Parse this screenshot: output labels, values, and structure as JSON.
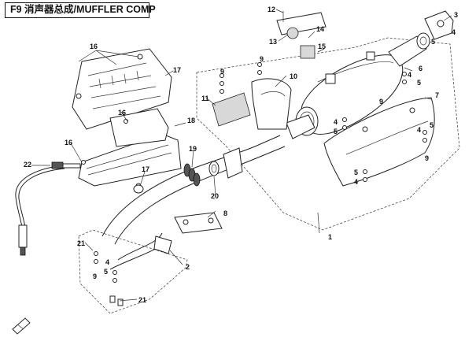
{
  "title": "F9 消声器总成/MUFFLER COMP",
  "callouts": [
    {
      "id": "c1",
      "text": "1"
    },
    {
      "id": "c2",
      "text": "2"
    },
    {
      "id": "c3",
      "text": "3"
    },
    {
      "id": "c4a",
      "text": "4"
    },
    {
      "id": "c4b",
      "text": "4"
    },
    {
      "id": "c4c",
      "text": "4"
    },
    {
      "id": "c4d",
      "text": "4"
    },
    {
      "id": "c4e",
      "text": "4"
    },
    {
      "id": "c4f",
      "text": "4"
    },
    {
      "id": "c5a",
      "text": "5"
    },
    {
      "id": "c5b",
      "text": "5"
    },
    {
      "id": "c5c",
      "text": "5"
    },
    {
      "id": "c5d",
      "text": "5"
    },
    {
      "id": "c5e",
      "text": "5"
    },
    {
      "id": "c5f",
      "text": "5"
    },
    {
      "id": "c6",
      "text": "6"
    },
    {
      "id": "c7",
      "text": "7"
    },
    {
      "id": "c8",
      "text": "8"
    },
    {
      "id": "c9a",
      "text": "9"
    },
    {
      "id": "c9b",
      "text": "9"
    },
    {
      "id": "c9c",
      "text": "9"
    },
    {
      "id": "c9d",
      "text": "9"
    },
    {
      "id": "c9e",
      "text": "9"
    },
    {
      "id": "c10",
      "text": "10"
    },
    {
      "id": "c11",
      "text": "11"
    },
    {
      "id": "c12",
      "text": "12"
    },
    {
      "id": "c13",
      "text": "13"
    },
    {
      "id": "c14",
      "text": "14"
    },
    {
      "id": "c15",
      "text": "15"
    },
    {
      "id": "c16a",
      "text": "16"
    },
    {
      "id": "c16b",
      "text": "16"
    },
    {
      "id": "c16c",
      "text": "16"
    },
    {
      "id": "c17a",
      "text": "17"
    },
    {
      "id": "c17b",
      "text": "17"
    },
    {
      "id": "c18",
      "text": "18"
    },
    {
      "id": "c19",
      "text": "19"
    },
    {
      "id": "c20",
      "text": "20"
    },
    {
      "id": "c21a",
      "text": "21"
    },
    {
      "id": "c21b",
      "text": "21"
    },
    {
      "id": "c22",
      "text": "22"
    }
  ]
}
